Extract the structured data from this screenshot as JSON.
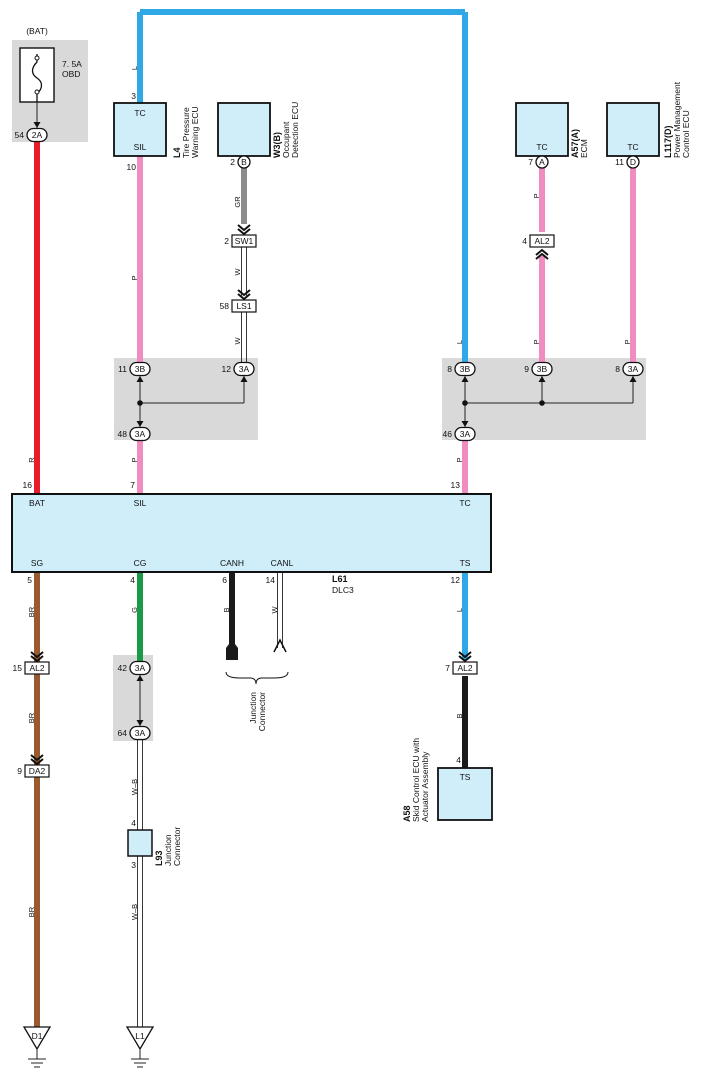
{
  "fuse": {
    "bat_label": "(BAT)",
    "rating": "7. 5A",
    "name": "OBD",
    "conn_pin": "54",
    "conn_id": "2A"
  },
  "colors": {
    "blue": "#2ea9e6",
    "red": "#e81c2b",
    "pink": "#f08cc0",
    "gray_wire": "#8c8c8c",
    "brown": "#9a5a30",
    "green": "#1a9a45",
    "black": "#1a1a1a",
    "box_fill": "#cfeefa",
    "splice_bg": "#d9d9d9"
  },
  "wire_labels": {
    "tc_top": "L",
    "sil_p1": "P",
    "gr": "GR",
    "w1": "W",
    "w2": "W",
    "tc_l2": "L",
    "ecm_p1": "P",
    "ecm_p2": "P",
    "pm_p": "P",
    "bat_r": "R",
    "sil_p2": "P",
    "tc_p2": "P",
    "sg_br1": "BR",
    "sg_br2": "BR",
    "sg_br3": "BR",
    "cg_g": "G",
    "canh_b": "B",
    "canl_w": "W",
    "ts_l": "L",
    "ts_b": "B",
    "cg_wb1": "W–B",
    "cg_wb2": "W–B"
  },
  "components": {
    "tpw": {
      "pin_top": "3",
      "term_top": "TC",
      "term_bot": "SIL",
      "pin_bot": "10",
      "code": "L4",
      "name_1": "Tire Pressure",
      "name_2": "Warning ECU"
    },
    "occ": {
      "pin": "2",
      "conn": "B",
      "code": "W3(B)",
      "name_1": "Occupant",
      "name_2": "Detection ECU"
    },
    "ecm": {
      "term": "TC",
      "pin": "7",
      "conn": "A",
      "code": "A57(A)",
      "name_1": "ECM"
    },
    "pmc": {
      "term": "TC",
      "pin": "11",
      "conn": "D",
      "code": "L117(D)",
      "name_1": "Power Management",
      "name_2": "Control ECU"
    },
    "dlc3": {
      "code": "L61",
      "name": "DLC3",
      "terms": {
        "bat": "BAT",
        "sil": "SIL",
        "tc": "TC",
        "sg": "SG",
        "cg": "CG",
        "canh": "CANH",
        "canl": "CANL",
        "ts": "TS"
      },
      "pins": {
        "bat": "16",
        "sil": "7",
        "tc": "13",
        "sg": "5",
        "cg": "4",
        "canh": "6",
        "canl": "14",
        "ts": "12"
      }
    },
    "skid": {
      "term": "TS",
      "pin": "4",
      "code": "A58",
      "name_1": "Skid Control ECU with",
      "name_2": "Actuator Assembly"
    },
    "l93": {
      "code": "L93",
      "name_1": "Junction",
      "name_2": "Connector",
      "pin_top": "4",
      "pin_bot": "3"
    },
    "can_jc": {
      "name_1": "Junction",
      "name_2": "Connector"
    }
  },
  "connectors": {
    "sw1": {
      "pin": "2",
      "id": "SW1"
    },
    "ls1": {
      "pin": "58",
      "id": "LS1"
    },
    "al2_ecm": {
      "pin": "4",
      "id": "AL2"
    },
    "al2_sg": {
      "pin": "15",
      "id": "AL2"
    },
    "da2": {
      "pin": "9",
      "id": "DA2"
    },
    "al2_ts": {
      "pin": "7",
      "id": "AL2"
    }
  },
  "splices": {
    "left": {
      "p1_pin": "11",
      "p1_id": "3B",
      "p2_pin": "12",
      "p2_id": "3A",
      "p3_pin": "48",
      "p3_id": "3A"
    },
    "right": {
      "p1_pin": "8",
      "p1_id": "3B",
      "p2_pin": "9",
      "p2_id": "3B",
      "p3_pin": "8",
      "p3_id": "3A",
      "p4_pin": "46",
      "p4_id": "3A"
    },
    "cg": {
      "p1_pin": "42",
      "p1_id": "3A",
      "p2_pin": "64",
      "p2_id": "3A"
    }
  },
  "grounds": {
    "d1": "D1",
    "l1": "L1"
  }
}
